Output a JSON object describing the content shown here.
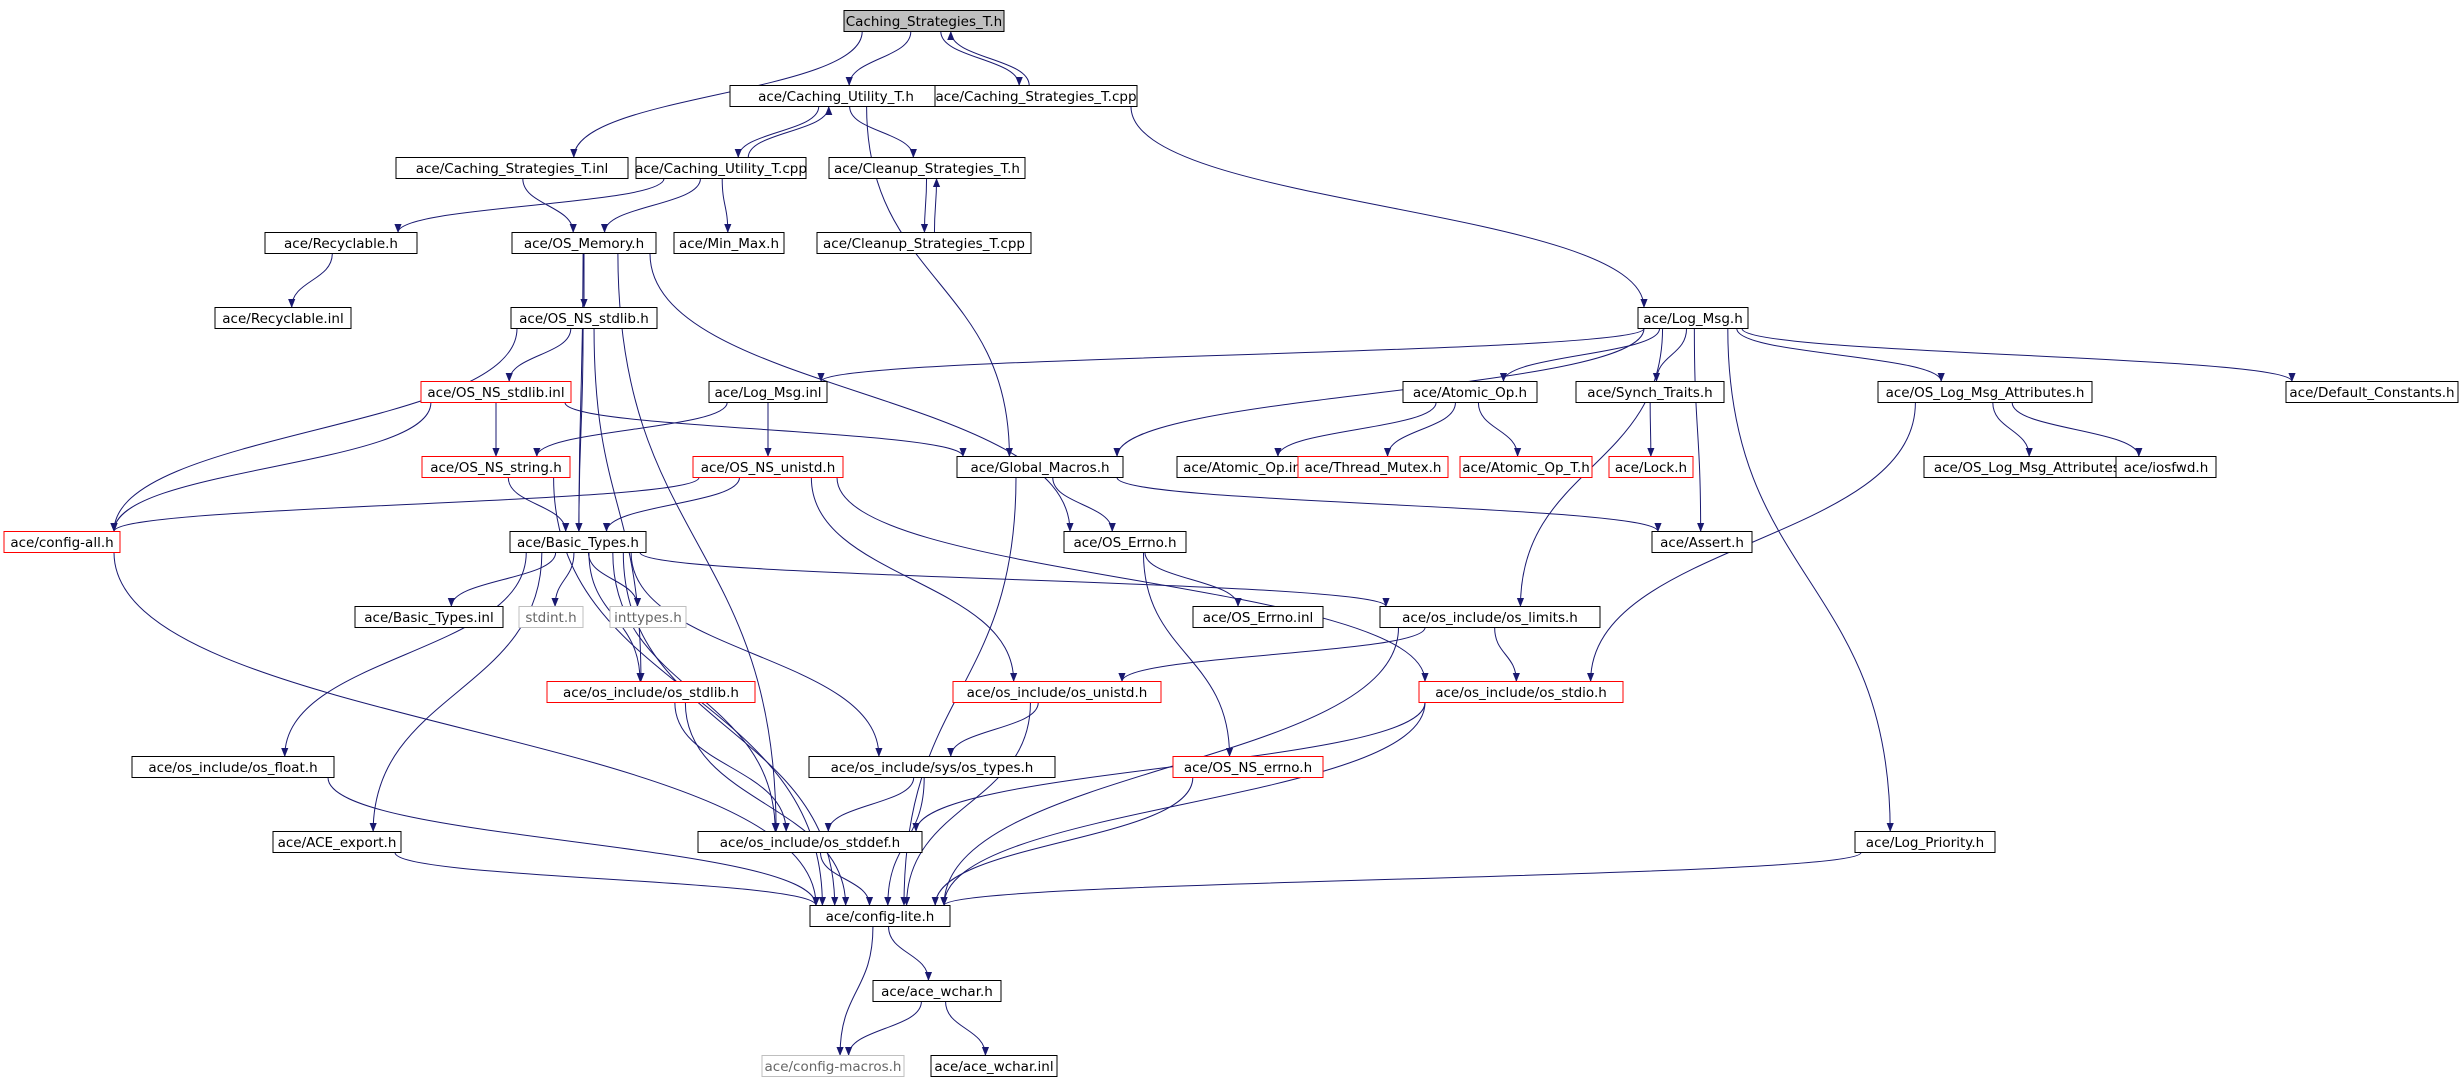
{
  "colors": {
    "edge": "#191970",
    "root_fill": "#bfbfbf",
    "node_border": "#000000",
    "truncated_border": "#ff0000",
    "system_border": "#bfbfbf",
    "system_text": "#666666"
  },
  "nodes": [
    {
      "id": "root",
      "label": "Caching_Strategies_T.h",
      "kind": "root"
    },
    {
      "id": "caching_utility_h",
      "label": "ace/Caching_Utility_T.h",
      "kind": "normal"
    },
    {
      "id": "caching_strategies_cpp",
      "label": "ace/Caching_Strategies_T.cpp",
      "kind": "normal"
    },
    {
      "id": "caching_strategies_inl",
      "label": "ace/Caching_Strategies_T.inl",
      "kind": "normal"
    },
    {
      "id": "caching_utility_cpp",
      "label": "ace/Caching_Utility_T.cpp",
      "kind": "normal"
    },
    {
      "id": "cleanup_strategies_h",
      "label": "ace/Cleanup_Strategies_T.h",
      "kind": "normal"
    },
    {
      "id": "recyclable_h",
      "label": "ace/Recyclable.h",
      "kind": "normal"
    },
    {
      "id": "os_memory_h",
      "label": "ace/OS_Memory.h",
      "kind": "normal"
    },
    {
      "id": "min_max_h",
      "label": "ace/Min_Max.h",
      "kind": "normal"
    },
    {
      "id": "cleanup_strategies_cpp",
      "label": "ace/Cleanup_Strategies_T.cpp",
      "kind": "normal"
    },
    {
      "id": "recyclable_inl",
      "label": "ace/Recyclable.inl",
      "kind": "normal"
    },
    {
      "id": "os_ns_stdlib_h",
      "label": "ace/OS_NS_stdlib.h",
      "kind": "normal"
    },
    {
      "id": "log_msg_h",
      "label": "ace/Log_Msg.h",
      "kind": "normal"
    },
    {
      "id": "os_ns_stdlib_inl",
      "label": "ace/OS_NS_stdlib.inl",
      "kind": "truncated"
    },
    {
      "id": "log_msg_inl",
      "label": "ace/Log_Msg.inl",
      "kind": "normal"
    },
    {
      "id": "atomic_op_h",
      "label": "ace/Atomic_Op.h",
      "kind": "normal"
    },
    {
      "id": "synch_traits_h",
      "label": "ace/Synch_Traits.h",
      "kind": "normal"
    },
    {
      "id": "os_log_msg_attributes_h",
      "label": "ace/OS_Log_Msg_Attributes.h",
      "kind": "normal"
    },
    {
      "id": "default_constants_h",
      "label": "ace/Default_Constants.h",
      "kind": "normal"
    },
    {
      "id": "os_ns_string_h",
      "label": "ace/OS_NS_string.h",
      "kind": "truncated"
    },
    {
      "id": "os_ns_unistd_h",
      "label": "ace/OS_NS_unistd.h",
      "kind": "truncated"
    },
    {
      "id": "global_macros_h",
      "label": "ace/Global_Macros.h",
      "kind": "normal"
    },
    {
      "id": "atomic_op_inl",
      "label": "ace/Atomic_Op.inl",
      "kind": "normal"
    },
    {
      "id": "thread_mutex_h",
      "label": "ace/Thread_Mutex.h",
      "kind": "truncated"
    },
    {
      "id": "atomic_op_t_h",
      "label": "ace/Atomic_Op_T.h",
      "kind": "truncated"
    },
    {
      "id": "lock_h",
      "label": "ace/Lock.h",
      "kind": "truncated"
    },
    {
      "id": "os_log_msg_attributes_inl",
      "label": "ace/OS_Log_Msg_Attributes.inl",
      "kind": "normal"
    },
    {
      "id": "iosfwd_h",
      "label": "ace/iosfwd.h",
      "kind": "normal"
    },
    {
      "id": "config_all_h",
      "label": "ace/config-all.h",
      "kind": "truncated"
    },
    {
      "id": "basic_types_h",
      "label": "ace/Basic_Types.h",
      "kind": "normal"
    },
    {
      "id": "os_errno_h",
      "label": "ace/OS_Errno.h",
      "kind": "normal"
    },
    {
      "id": "assert_h",
      "label": "ace/Assert.h",
      "kind": "normal"
    },
    {
      "id": "basic_types_inl",
      "label": "ace/Basic_Types.inl",
      "kind": "normal"
    },
    {
      "id": "stdint_h",
      "label": "stdint.h",
      "kind": "system"
    },
    {
      "id": "inttypes_h",
      "label": "inttypes.h",
      "kind": "system"
    },
    {
      "id": "os_errno_inl",
      "label": "ace/OS_Errno.inl",
      "kind": "normal"
    },
    {
      "id": "os_include_os_limits_h",
      "label": "ace/os_include/os_limits.h",
      "kind": "normal"
    },
    {
      "id": "os_include_os_stdlib_h",
      "label": "ace/os_include/os_stdlib.h",
      "kind": "truncated"
    },
    {
      "id": "os_include_os_unistd_h",
      "label": "ace/os_include/os_unistd.h",
      "kind": "truncated"
    },
    {
      "id": "os_include_os_stdio_h",
      "label": "ace/os_include/os_stdio.h",
      "kind": "truncated"
    },
    {
      "id": "os_include_os_float_h",
      "label": "ace/os_include/os_float.h",
      "kind": "normal"
    },
    {
      "id": "os_include_sys_os_types_h",
      "label": "ace/os_include/sys/os_types.h",
      "kind": "normal"
    },
    {
      "id": "os_ns_errno_h",
      "label": "ace/OS_NS_errno.h",
      "kind": "truncated"
    },
    {
      "id": "ace_export_h",
      "label": "ace/ACE_export.h",
      "kind": "normal"
    },
    {
      "id": "os_include_os_stddef_h",
      "label": "ace/os_include/os_stddef.h",
      "kind": "normal"
    },
    {
      "id": "log_priority_h",
      "label": "ace/Log_Priority.h",
      "kind": "normal"
    },
    {
      "id": "config_lite_h",
      "label": "ace/config-lite.h",
      "kind": "normal"
    },
    {
      "id": "ace_wchar_h",
      "label": "ace/ace_wchar.h",
      "kind": "normal"
    },
    {
      "id": "config_macros_h",
      "label": "ace/config-macros.h",
      "kind": "system"
    },
    {
      "id": "ace_wchar_inl",
      "label": "ace/ace_wchar.inl",
      "kind": "normal"
    }
  ],
  "edges": [
    [
      "root",
      "caching_strategies_inl"
    ],
    [
      "root",
      "caching_utility_h"
    ],
    [
      "root",
      "caching_strategies_cpp"
    ],
    [
      "caching_strategies_cpp",
      "root"
    ],
    [
      "caching_strategies_cpp",
      "log_msg_h"
    ],
    [
      "caching_strategies_inl",
      "os_memory_h"
    ],
    [
      "caching_utility_h",
      "caching_utility_cpp"
    ],
    [
      "caching_utility_cpp",
      "caching_utility_h"
    ],
    [
      "caching_utility_h",
      "cleanup_strategies_h"
    ],
    [
      "caching_utility_h",
      "global_macros_h"
    ],
    [
      "caching_utility_cpp",
      "recyclable_h"
    ],
    [
      "caching_utility_cpp",
      "os_memory_h"
    ],
    [
      "caching_utility_cpp",
      "min_max_h"
    ],
    [
      "cleanup_strategies_h",
      "cleanup_strategies_cpp"
    ],
    [
      "cleanup_strategies_cpp",
      "cleanup_strategies_h"
    ],
    [
      "recyclable_h",
      "recyclable_inl"
    ],
    [
      "os_memory_h",
      "os_ns_stdlib_h"
    ],
    [
      "os_memory_h",
      "basic_types_h"
    ],
    [
      "os_memory_h",
      "os_include_os_stddef_h"
    ],
    [
      "os_memory_h",
      "os_errno_h"
    ],
    [
      "os_ns_stdlib_h",
      "os_ns_stdlib_inl"
    ],
    [
      "os_ns_stdlib_h",
      "config_all_h"
    ],
    [
      "os_ns_stdlib_h",
      "basic_types_h"
    ],
    [
      "os_ns_stdlib_h",
      "os_include_os_stdlib_h"
    ],
    [
      "os_ns_stdlib_inl",
      "os_ns_string_h"
    ],
    [
      "os_ns_stdlib_inl",
      "config_all_h"
    ],
    [
      "os_ns_stdlib_inl",
      "global_macros_h"
    ],
    [
      "log_msg_h",
      "log_msg_inl"
    ],
    [
      "log_msg_h",
      "global_macros_h"
    ],
    [
      "log_msg_h",
      "atomic_op_h"
    ],
    [
      "log_msg_h",
      "synch_traits_h"
    ],
    [
      "log_msg_h",
      "os_log_msg_attributes_h"
    ],
    [
      "log_msg_h",
      "default_constants_h"
    ],
    [
      "log_msg_h",
      "assert_h"
    ],
    [
      "log_msg_h",
      "os_include_os_limits_h"
    ],
    [
      "log_msg_h",
      "log_priority_h"
    ],
    [
      "log_msg_inl",
      "os_ns_string_h"
    ],
    [
      "log_msg_inl",
      "os_ns_unistd_h"
    ],
    [
      "atomic_op_h",
      "atomic_op_inl"
    ],
    [
      "atomic_op_h",
      "thread_mutex_h"
    ],
    [
      "atomic_op_h",
      "atomic_op_t_h"
    ],
    [
      "synch_traits_h",
      "lock_h"
    ],
    [
      "os_log_msg_attributes_h",
      "os_log_msg_attributes_inl"
    ],
    [
      "os_log_msg_attributes_h",
      "iosfwd_h"
    ],
    [
      "os_log_msg_attributes_h",
      "os_include_os_stdio_h"
    ],
    [
      "os_ns_string_h",
      "basic_types_h"
    ],
    [
      "os_ns_string_h",
      "config_lite_h"
    ],
    [
      "os_ns_unistd_h",
      "config_all_h"
    ],
    [
      "os_ns_unistd_h",
      "basic_types_h"
    ],
    [
      "os_ns_unistd_h",
      "os_include_os_unistd_h"
    ],
    [
      "os_ns_unistd_h",
      "os_include_os_stdio_h"
    ],
    [
      "global_macros_h",
      "os_errno_h"
    ],
    [
      "global_macros_h",
      "assert_h"
    ],
    [
      "global_macros_h",
      "config_lite_h"
    ],
    [
      "config_all_h",
      "config_lite_h"
    ],
    [
      "basic_types_h",
      "basic_types_inl"
    ],
    [
      "basic_types_h",
      "stdint_h"
    ],
    [
      "basic_types_h",
      "inttypes_h"
    ],
    [
      "basic_types_h",
      "os_include_os_limits_h"
    ],
    [
      "basic_types_h",
      "os_include_os_stdlib_h"
    ],
    [
      "basic_types_h",
      "os_include_os_float_h"
    ],
    [
      "basic_types_h",
      "ace_export_h"
    ],
    [
      "basic_types_h",
      "os_include_sys_os_types_h"
    ],
    [
      "basic_types_h",
      "os_include_os_stddef_h"
    ],
    [
      "basic_types_h",
      "config_lite_h"
    ],
    [
      "os_errno_h",
      "os_errno_inl"
    ],
    [
      "os_errno_h",
      "os_ns_errno_h"
    ],
    [
      "os_include_os_limits_h",
      "os_include_os_unistd_h"
    ],
    [
      "os_include_os_limits_h",
      "os_include_os_stdio_h"
    ],
    [
      "os_include_os_limits_h",
      "config_lite_h"
    ],
    [
      "os_include_os_stdlib_h",
      "os_include_os_stddef_h"
    ],
    [
      "os_include_os_stdlib_h",
      "config_lite_h"
    ],
    [
      "os_include_os_unistd_h",
      "os_include_sys_os_types_h"
    ],
    [
      "os_include_os_unistd_h",
      "config_lite_h"
    ],
    [
      "os_include_os_stdio_h",
      "os_include_os_stddef_h"
    ],
    [
      "os_include_os_stdio_h",
      "config_lite_h"
    ],
    [
      "os_include_os_float_h",
      "config_lite_h"
    ],
    [
      "os_include_sys_os_types_h",
      "os_include_os_stddef_h"
    ],
    [
      "os_include_sys_os_types_h",
      "config_lite_h"
    ],
    [
      "os_ns_errno_h",
      "config_lite_h"
    ],
    [
      "ace_export_h",
      "config_lite_h"
    ],
    [
      "os_include_os_stddef_h",
      "config_lite_h"
    ],
    [
      "log_priority_h",
      "config_lite_h"
    ],
    [
      "config_lite_h",
      "ace_wchar_h"
    ],
    [
      "config_lite_h",
      "config_macros_h"
    ],
    [
      "ace_wchar_h",
      "config_macros_h"
    ],
    [
      "ace_wchar_h",
      "ace_wchar_inl"
    ]
  ]
}
